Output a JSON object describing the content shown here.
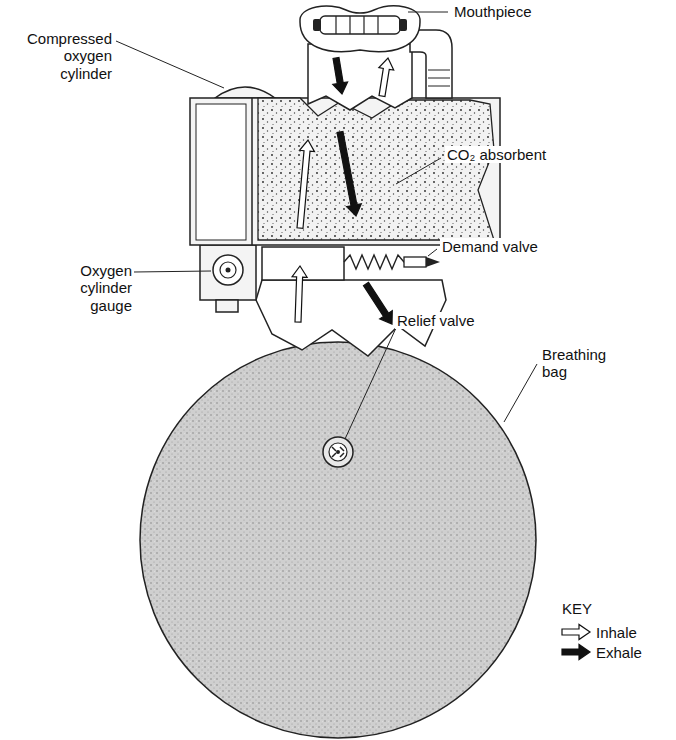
{
  "diagram": {
    "labels": [
      "Mouthpiece",
      "Compressed oxygen cylinder",
      "CO₂ absorbent",
      "Demand valve",
      "Oxygen cylinder gauge",
      "Relief valve",
      "Breathing bag",
      "KEY"
    ],
    "legend": [
      {
        "text": "Inhale"
      },
      {
        "text": "Exhale"
      }
    ]
  }
}
